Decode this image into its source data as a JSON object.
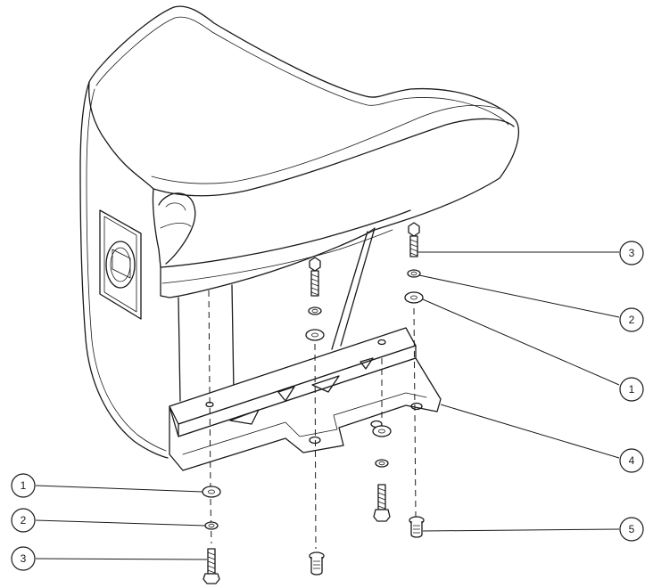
{
  "drawing": {
    "callouts": [
      {
        "label": "3"
      },
      {
        "label": "2"
      },
      {
        "label": "1"
      },
      {
        "label": "4"
      },
      {
        "label": "5"
      },
      {
        "label": "1"
      },
      {
        "label": "2"
      },
      {
        "label": "3"
      }
    ]
  }
}
